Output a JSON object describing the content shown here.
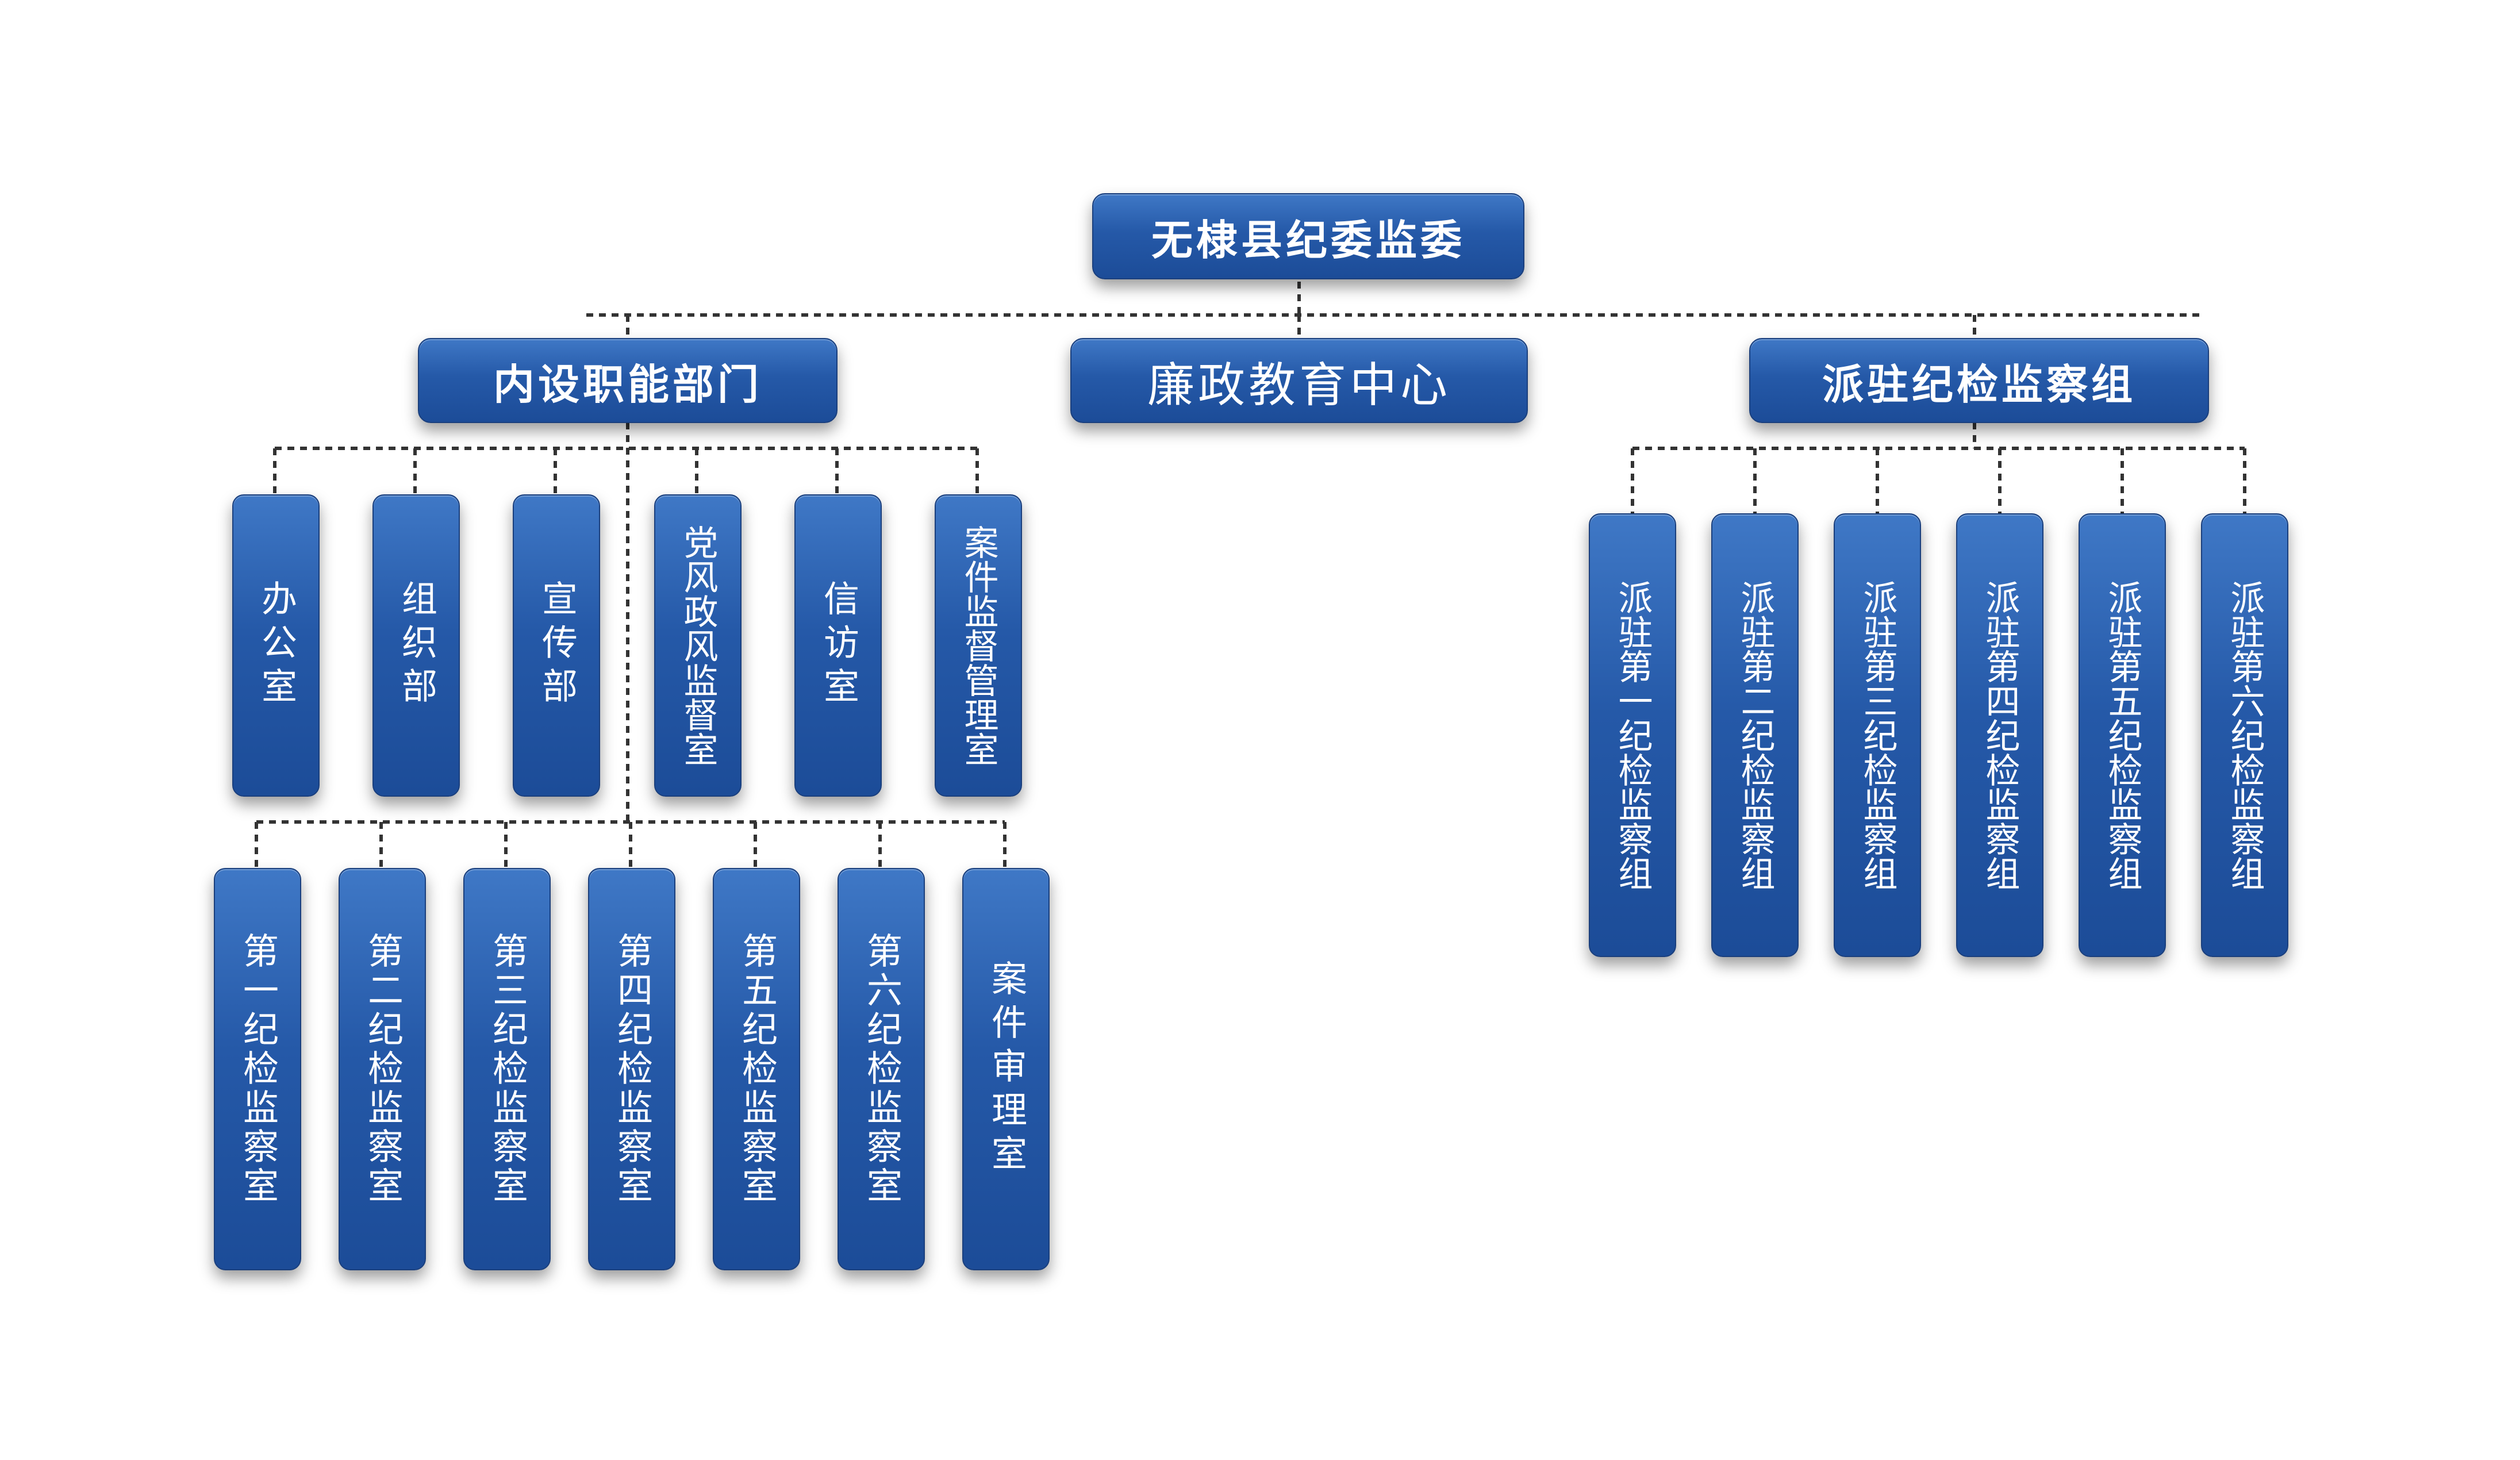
{
  "root": {
    "label": "无棣县纪委监委"
  },
  "level1": [
    {
      "key": "internal",
      "label": "内设职能部门"
    },
    {
      "key": "edu",
      "label": "廉政教育中心"
    },
    {
      "key": "dispatch",
      "label": "派驻纪检监察组"
    }
  ],
  "internal_row1": [
    {
      "label": "办公室"
    },
    {
      "label": "组织部"
    },
    {
      "label": "宣传部"
    },
    {
      "label": "党风政风监督室"
    },
    {
      "label": "信访室"
    },
    {
      "label": "案件监督管理室"
    }
  ],
  "internal_row2": [
    {
      "label": "第一纪检监察室"
    },
    {
      "label": "第二纪检监察室"
    },
    {
      "label": "第三纪检监察室"
    },
    {
      "label": "第四纪检监察室"
    },
    {
      "label": "第五纪检监察室"
    },
    {
      "label": "第六纪检监察室"
    },
    {
      "label": "案件审理室"
    }
  ],
  "dispatch_groups": [
    {
      "label": "派驻第一纪检监察组"
    },
    {
      "label": "派驻第二纪检监察组"
    },
    {
      "label": "派驻第三纪检监察组"
    },
    {
      "label": "派驻第四纪检监察组"
    },
    {
      "label": "派驻第五纪检监察组"
    },
    {
      "label": "派驻第六纪检监察组"
    }
  ],
  "colors": {
    "node": "#2559a8",
    "connector": "#333333",
    "text": "#ffffff"
  }
}
